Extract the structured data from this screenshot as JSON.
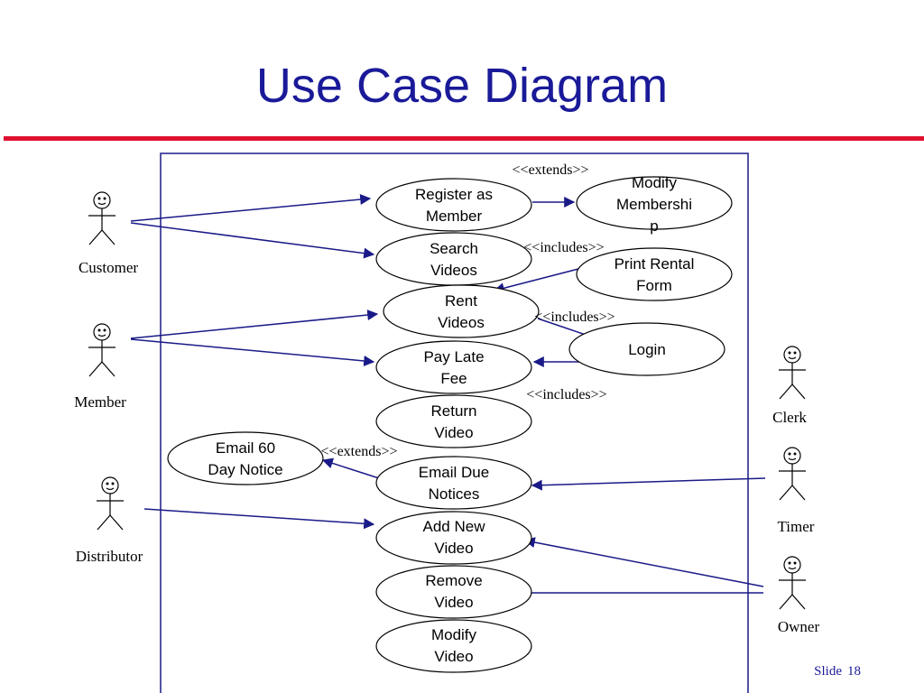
{
  "slide": {
    "title": "Use Case Diagram",
    "footer_label": "Slide",
    "footer_number": "18"
  },
  "actors": [
    {
      "id": "customer",
      "label": "Customer"
    },
    {
      "id": "member",
      "label": "Member"
    },
    {
      "id": "distributor",
      "label": "Distributor"
    },
    {
      "id": "clerk",
      "label": "Clerk"
    },
    {
      "id": "timer",
      "label": "Timer"
    },
    {
      "id": "owner",
      "label": "Owner"
    }
  ],
  "use_cases": [
    {
      "id": "register",
      "lines": [
        "Register as",
        "Member"
      ]
    },
    {
      "id": "search",
      "lines": [
        "Search",
        "Videos"
      ]
    },
    {
      "id": "rent",
      "lines": [
        "Rent",
        "Videos"
      ]
    },
    {
      "id": "paylate",
      "lines": [
        "Pay Late",
        "Fee"
      ]
    },
    {
      "id": "return",
      "lines": [
        "Return",
        "Video"
      ]
    },
    {
      "id": "emaildue",
      "lines": [
        "Email Due",
        "Notices"
      ]
    },
    {
      "id": "addnew",
      "lines": [
        "Add New",
        "Video"
      ]
    },
    {
      "id": "remove",
      "lines": [
        "Remove",
        "Video"
      ]
    },
    {
      "id": "modifyvideo",
      "lines": [
        "Modify",
        "Video"
      ]
    },
    {
      "id": "modifymembership",
      "lines": [
        "Modify",
        "Membershi",
        "p"
      ]
    },
    {
      "id": "printrental",
      "lines": [
        "Print Rental",
        "Form"
      ]
    },
    {
      "id": "login",
      "lines": [
        "Login"
      ]
    },
    {
      "id": "email60",
      "lines": [
        "Email 60",
        "Day Notice"
      ]
    }
  ],
  "stereotypes": {
    "extends_top": "<<extends>>",
    "includes_print": "<<includes>>",
    "includes_rent": "<<includes>>",
    "includes_paylate": "<<includes>>",
    "extends_email": "<<extends>>"
  },
  "colors": {
    "title": "#1a1a99",
    "rule": "#e01030",
    "lines": "#1a1a88",
    "boundary": "#1a1a88"
  }
}
